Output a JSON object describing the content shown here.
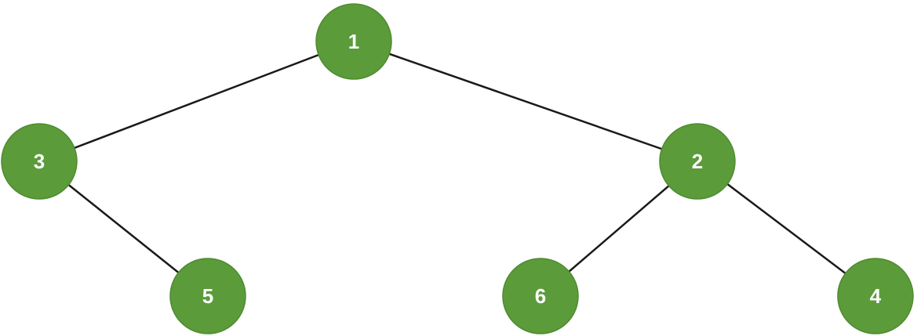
{
  "tree": {
    "node_color": "#5b9b3a",
    "label_color": "#ffffff",
    "edge_color": "#1a1a1a",
    "nodes": [
      {
        "id": "n1",
        "label": "1"
      },
      {
        "id": "n3",
        "label": "3"
      },
      {
        "id": "n2",
        "label": "2"
      },
      {
        "id": "n5",
        "label": "5"
      },
      {
        "id": "n6",
        "label": "6"
      },
      {
        "id": "n4",
        "label": "4"
      }
    ],
    "edges": [
      {
        "from": "n1",
        "to": "n3"
      },
      {
        "from": "n1",
        "to": "n2"
      },
      {
        "from": "n3",
        "to": "n5"
      },
      {
        "from": "n2",
        "to": "n6"
      },
      {
        "from": "n2",
        "to": "n4"
      }
    ]
  }
}
